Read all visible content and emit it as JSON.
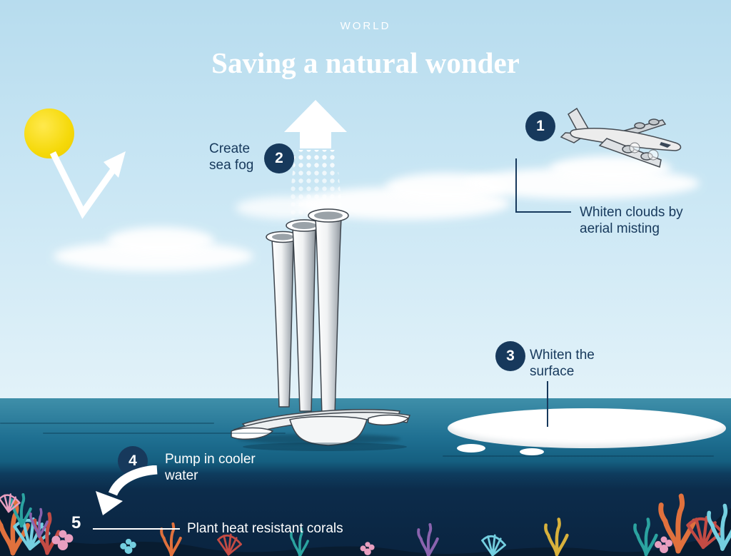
{
  "header": {
    "kicker": "WORLD",
    "title": "Saving a natural wonder"
  },
  "steps": [
    {
      "num": "1",
      "label": "Whiten clouds by aerial misting"
    },
    {
      "num": "2",
      "label": "Create sea fog"
    },
    {
      "num": "3",
      "label": "Whiten the surface"
    },
    {
      "num": "4",
      "label": "Pump in cooler water"
    },
    {
      "num": "5",
      "label": "Plant heat resistant corals"
    }
  ],
  "icons": {
    "sun": "sun-icon",
    "reflection_arrow": "bounce-arrow-icon",
    "airplane": "airplane-icon",
    "sea_fog_arrow": "up-arrow-icon",
    "fog_vessel": "fog-vessel-icon",
    "surface_film": "white-patch",
    "cooler_water_arrow": "curved-down-arrow-icon",
    "corals": "coral-reef"
  },
  "colors": {
    "badge": "#17395c",
    "label_dark": "#17395c",
    "label_light": "#ffffff",
    "sun": "#f5d90a",
    "sky_top": "#b7dcee",
    "sky_bottom": "#e2f2f9",
    "sea_surface": "#2e82a0",
    "sea_deep": "#0b2543",
    "coral_palette": [
      "#e0713d",
      "#c34b44",
      "#e89fc0",
      "#74cfe0",
      "#2ba3a0",
      "#8a63ae",
      "#d8b13c"
    ]
  }
}
